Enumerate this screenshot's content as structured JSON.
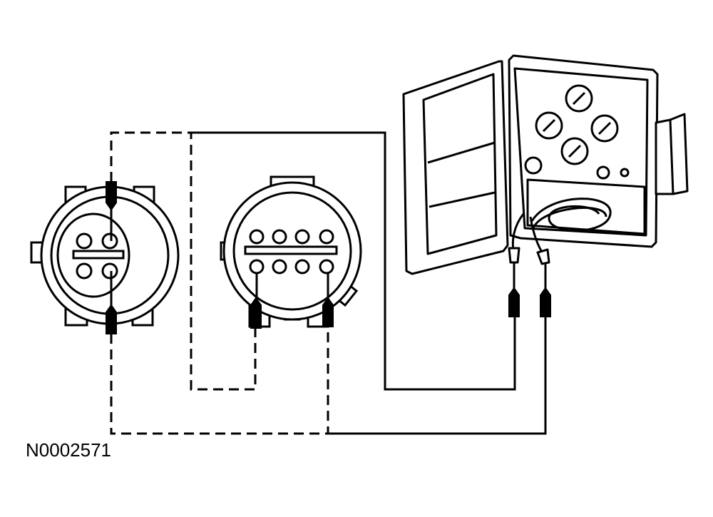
{
  "figure_code": "N0002571",
  "colors": {
    "line": "#000000",
    "background": "#ffffff"
  },
  "components": [
    {
      "id": "connector-4pin",
      "kind": "electrical-connector",
      "pin_count": 4
    },
    {
      "id": "connector-8pin",
      "kind": "electrical-connector",
      "pin_count": 8
    },
    {
      "id": "breakout-box",
      "kind": "tester-with-leads",
      "lead_count": 2
    }
  ],
  "wires": [
    {
      "id": "wire-solid-loop",
      "style": "solid"
    },
    {
      "id": "wire-dashed-top",
      "style": "dashed"
    },
    {
      "id": "wire-dashed-jumper",
      "style": "dashed"
    },
    {
      "id": "wire-solid-bottom",
      "style": "solid"
    },
    {
      "id": "wire-dashed-bottom",
      "style": "dashed"
    }
  ]
}
